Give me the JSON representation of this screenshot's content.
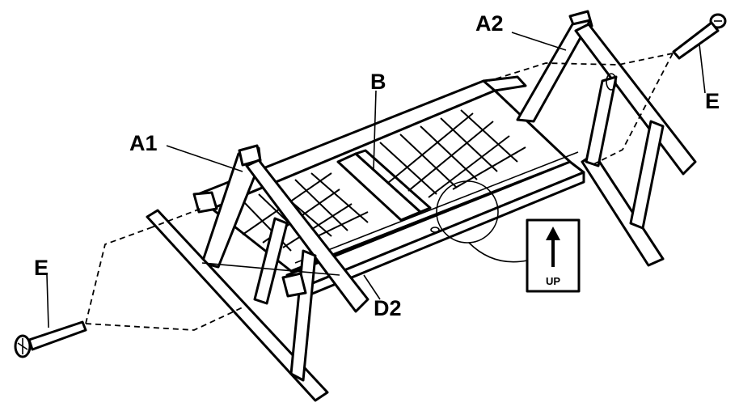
{
  "labels": {
    "a1": "A1",
    "a2": "A2",
    "b": "B",
    "d2": "D2",
    "e_left": "E",
    "e_right": "E"
  },
  "orientation_box": {
    "text": "UP"
  },
  "colors": {
    "ink": "#000000",
    "paper": "#ffffff"
  }
}
